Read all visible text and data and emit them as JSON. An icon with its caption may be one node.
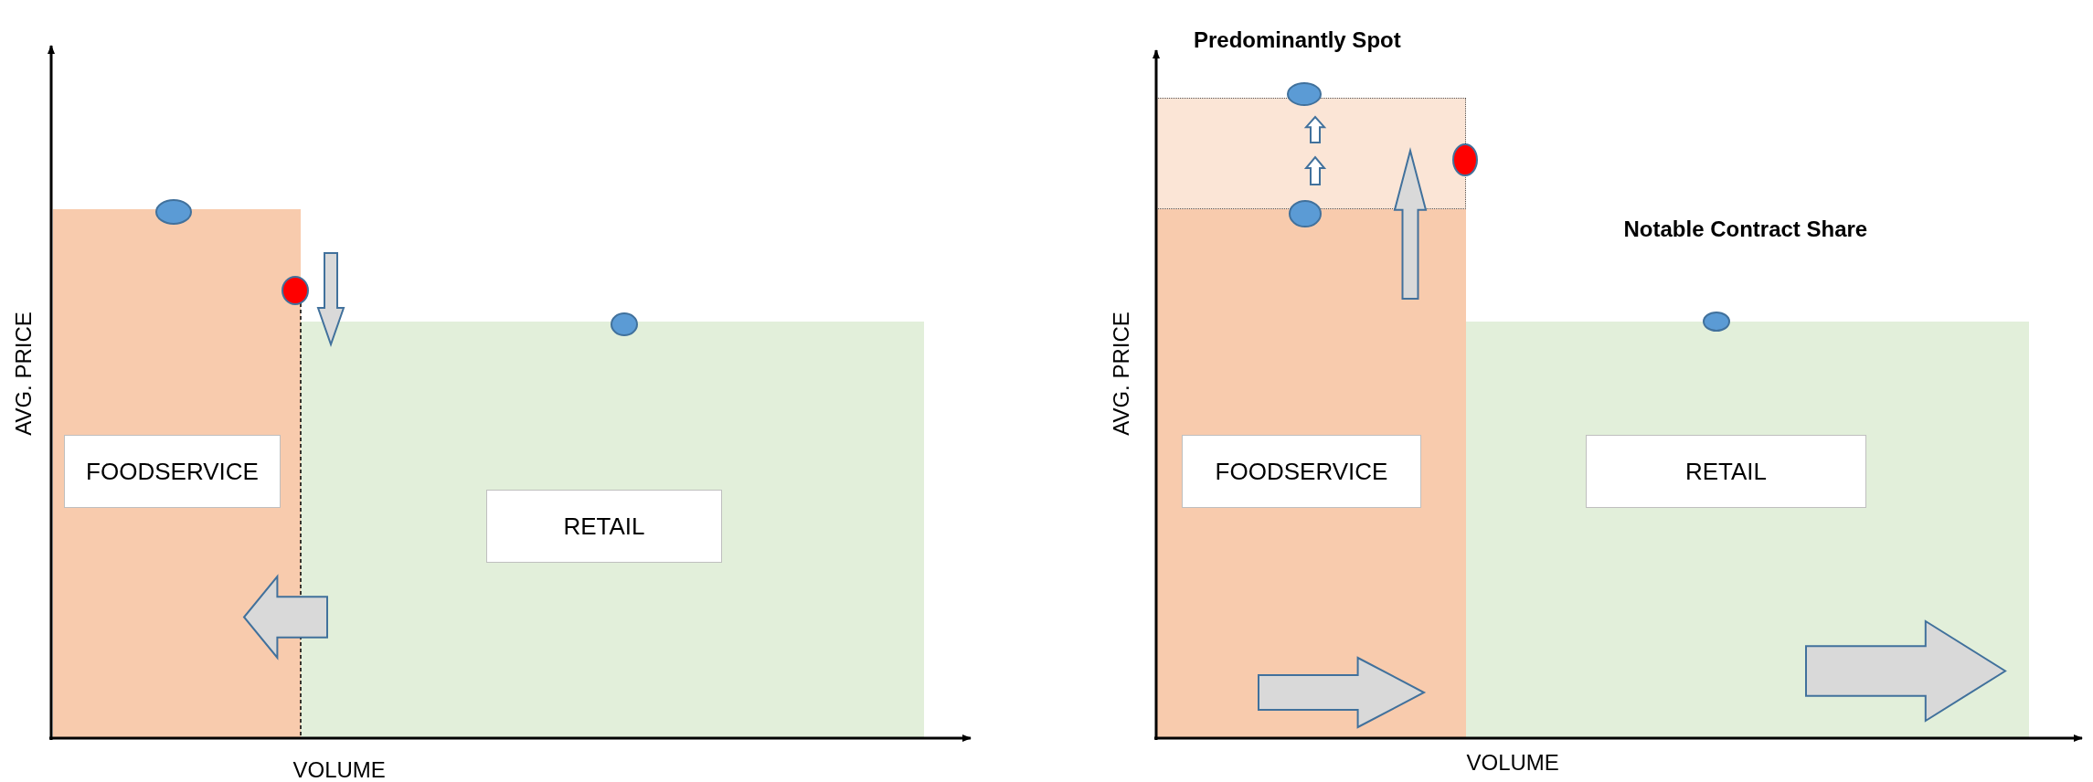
{
  "diagram": {
    "nodes": [
      {
        "text": [],
        "shape": "box"
      },
      {
        "text": [
          "FOODSERVICE"
        ],
        "in": 0
      },
      {
        "text": [],
        "shape": "box"
      },
      {
        "text": [
          "RETAIL"
        ],
        "in": 2
      },
      {
        "text": [
          "Predominantly Spot"
        ]
      },
      {
        "text": [],
        "shape": "box"
      },
      {
        "text": [
          "FOODSERVICE"
        ],
        "in": 5
      },
      {
        "text": [],
        "shape": "box"
      },
      {
        "text": [
          "RETAIL"
        ],
        "in": 7
      }
    ],
    "edges": [],
    "labels": [
      "AVG. PRICE",
      "VOLUME",
      "Notable Contract Share",
      "AVG. PRICE",
      "VOLUME"
    ]
  }
}
